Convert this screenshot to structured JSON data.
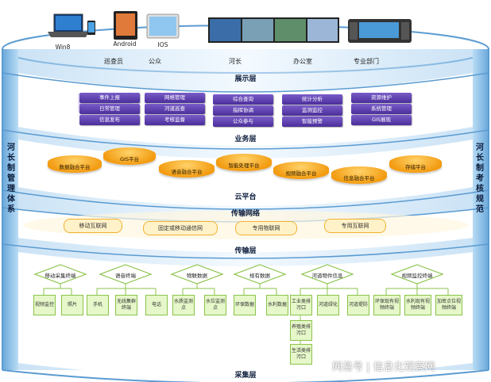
{
  "top_devices": [
    {
      "label": "Win8",
      "icon": "laptop-icon"
    },
    {
      "label": "Android",
      "icon": "tablet-icon"
    },
    {
      "label": "IOS",
      "icon": "tablet-icon"
    }
  ],
  "top_roles": [
    "巡查员",
    "公众",
    "河长",
    "办公室",
    "专业部门"
  ],
  "layers": {
    "display": "展示层",
    "business": "业务层",
    "cloud": "云平台",
    "transport_net": "传输网络",
    "transport": "传输层",
    "collect": "采集层"
  },
  "side_left": "河长制管理体系",
  "side_right": "河长制考核规范",
  "business_groups": [
    [
      "事件上报",
      "日常管理",
      "信息发布"
    ],
    [
      "网格管理",
      "河道巡查",
      "考核监督"
    ],
    [
      "综合查询",
      "指挥协调",
      "公众参与"
    ],
    [
      "统计分析",
      "监测监控",
      "智能预警"
    ],
    [
      "资源维护",
      "系统管理",
      "GIS展现"
    ]
  ],
  "cloud_nodes": [
    "数据融合平台",
    "GIS平台",
    "语音融合平台",
    "智能处理平台",
    "视频融合平台",
    "信息融合平台",
    "存储平台"
  ],
  "networks": [
    "移动互联网",
    "固定或移动通信网",
    "专用物联网",
    "专用互联网"
  ],
  "collect_groups": [
    {
      "name": "移动采集终端",
      "leaves": [
        "视频监控",
        "照片"
      ]
    },
    {
      "name": "语音终端",
      "leaves": [
        "手机",
        "无线集群终端",
        "电话"
      ]
    },
    {
      "name": "物联数据",
      "leaves": [
        "水质监测点",
        "水位监测点"
      ]
    },
    {
      "name": "规有数据",
      "leaves": [
        "环保数据",
        "水利数据"
      ]
    },
    {
      "name": "河道物件信息",
      "leaves": [
        "工业类排污口",
        "河道绿化",
        "河道堤防",
        "养殖类排污口",
        "生活类排污口"
      ]
    },
    {
      "name": "视频监控终端",
      "leaves": [
        "环保现有视频终端",
        "水利现有视频终端",
        "加密点位视频终端"
      ]
    }
  ],
  "watermark": "网易号 | 信息化观察网"
}
